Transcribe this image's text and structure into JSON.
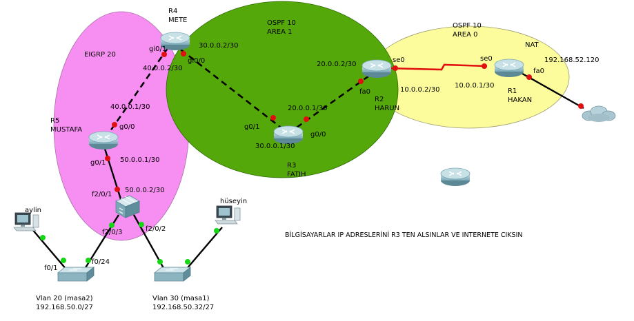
{
  "areas": {
    "eigrp": {
      "label": "EIGRP 20",
      "color": "#f78ef2"
    },
    "ospf_area1": {
      "line1": "OSPF 10",
      "line2": "AREA 1",
      "color": "#55a80a"
    },
    "ospf_area0": {
      "line1": "OSPF 10",
      "line2": "AREA 0",
      "color": "#fcfc9c"
    }
  },
  "devices": {
    "r4": {
      "name": "R4",
      "host": "METE"
    },
    "r3": {
      "name": "R3",
      "host": "FATIH"
    },
    "r2": {
      "name": "R2",
      "host": "HARUN"
    },
    "r1": {
      "name": "R1",
      "host": "HAKAN"
    },
    "r5": {
      "name": "R5",
      "host": "MUSTAFA"
    },
    "pc_left": {
      "name": "aylin"
    },
    "pc_right": {
      "name": "hüseyin"
    },
    "sw_left": {
      "line1": "Vlan 20 (masa2)",
      "line2": "192.168.50.0/27"
    },
    "sw_right": {
      "line1": "Vlan 30 (masa1)",
      "line2": "192.168.50.32/27"
    }
  },
  "labels": {
    "nat": "NAT",
    "nat_ip": "192.168.52.120",
    "r4_gi01": "gi0/1",
    "r4_gi00": "gi0/0",
    "r4_ip_r3": "30.0.0.2/30",
    "r4_ip_r5": "40.0.0.2/30",
    "r5_ip_r4": "40.0.0.1/30",
    "r5_g00": "g0/0",
    "r5_g01": "g0/1",
    "r5_ip_sw": "50.0.0.1/30",
    "sw_ip": "50.0.0.2/30",
    "sw_f201": "f2/0/1",
    "sw_f203": "f2/0/3",
    "sw_f202": "f2/0/2",
    "swl_f024": "f0/24",
    "swl_f01": "f0/1",
    "r3_g01": "g0/1",
    "r3_g00": "g0/0",
    "r3_ip_r4": "30.0.0.1/30",
    "r3_ip_r2": "20.0.0.1/30",
    "r2_ip_r3": "20.0.0.2/30",
    "r2_fa0": "fa0",
    "r2_se0": "se0",
    "r2_ip_r1": "10.0.0.2/30",
    "r1_se0": "se0",
    "r1_ip": "10.0.0.1/30",
    "r1_fa0": "fa0"
  },
  "note": "BİLGİSAYARLAR IP ADRESLERİNİ R3 TEN ALSINLAR VE INTERNETE CIKSIN",
  "colors": {
    "link": "#000000",
    "serial_link": "#e01010",
    "port_up": "#16d616",
    "port_down": "#e01010",
    "router_body": "#6f9fad",
    "router_top": "#bcd8de"
  }
}
